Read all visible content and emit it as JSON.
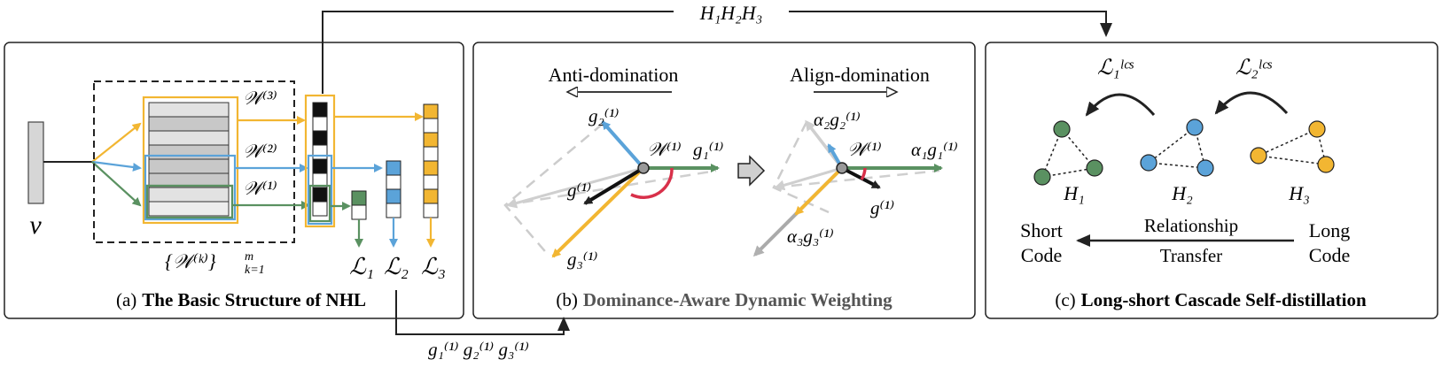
{
  "top_connector": {
    "label": "H₁H₂H₃"
  },
  "bottom_connector": {
    "label": "g₁⁽¹⁾ g₂⁽¹⁾ g₃⁽¹⁾"
  },
  "panel_a": {
    "caption_prefix": "(a)",
    "caption_title": "The Basic Structure of NHL",
    "input_label": "v",
    "weight_labels": [
      "𝒲⁽³⁾",
      "𝒲⁽²⁾",
      "𝒲⁽¹⁾"
    ],
    "weight_set_label": "{𝒲⁽ᵏ⁾}",
    "weight_set_range": "m",
    "weight_set_start": "k=1",
    "loss_labels": [
      "ℒ₁",
      "ℒ₂",
      "ℒ₃"
    ]
  },
  "panel_b": {
    "caption_prefix": "(b)",
    "caption_title": "Dominance-Aware Dynamic Weighting",
    "anti_label": "Anti-domination",
    "align_label": "Align-domination",
    "left": {
      "g2": "g₂⁽¹⁾",
      "w": "𝒲⁽¹⁾",
      "g1": "g₁⁽¹⁾",
      "g": "g⁽¹⁾",
      "g3": "g₃⁽¹⁾"
    },
    "right": {
      "a2g2": "α₂g₂⁽¹⁾",
      "w": "𝒲⁽¹⁾",
      "a1g1": "α₁g₁⁽¹⁾",
      "g": "g⁽¹⁾",
      "a3g3": "α₃g₃⁽¹⁾"
    }
  },
  "panel_c": {
    "caption_prefix": "(c)",
    "caption_title": "Long-short Cascade Self-distillation",
    "loss1": "ℒ₁ˡᶜˢ",
    "loss2": "ℒ₂ˡᶜˢ",
    "groups": [
      "H₁",
      "H₂",
      "H₃"
    ],
    "short_code": [
      "Short",
      "Code"
    ],
    "long_code": [
      "Long",
      "Code"
    ],
    "relationship": [
      "Relationship",
      "Transfer"
    ]
  },
  "colors": {
    "yellow": "#f2b632",
    "blue": "#5ba3d9",
    "green": "#5a9161",
    "red": "#d8304a",
    "gray": "#b0b0b0",
    "dark": "#222222"
  }
}
